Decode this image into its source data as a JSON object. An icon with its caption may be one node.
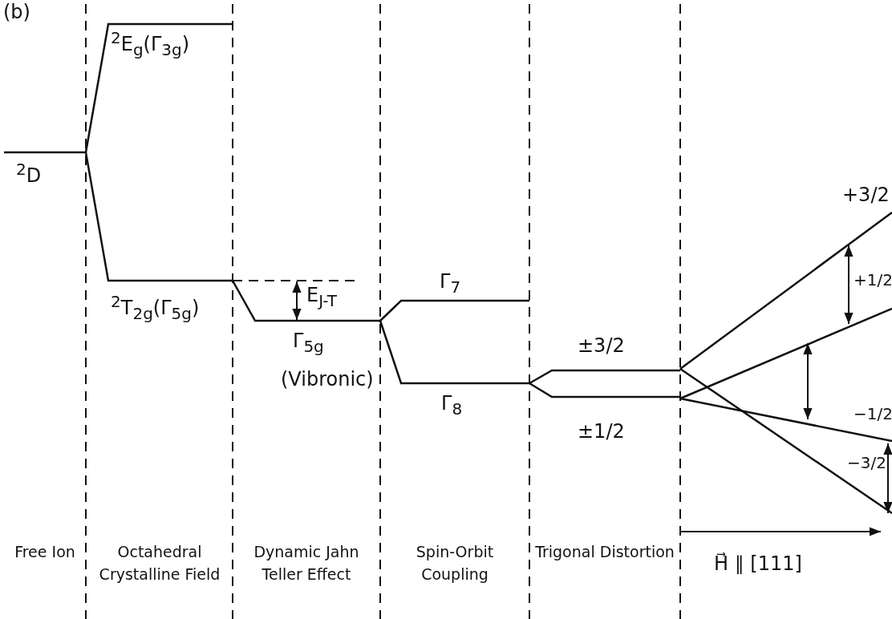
{
  "diagram": {
    "labels": [
      "(b)",
      "$^{2}$E$_{g}$(Γ$_{3g}$)",
      "$^{2}$D",
      "+3/2",
      "$^{2}$T$_{2g}$(Γ$_{5g}$)",
      "E$_{J-T}$",
      "Γ$_{7}$",
      "+1/2",
      "±3/2",
      "Γ$_{5g}$",
      "(Vibronic)",
      "Γ$_{8}$",
      "−1/2",
      "±1/2",
      "−3/2",
      "Free Ion",
      "Octahedral Crystalline Field",
      "Dynamic Jahn Teller Effect",
      "Spin-Orbit Coupling",
      "Trigonal Distortion",
      "H⃗ ∥ [111]"
    ]
  }
}
